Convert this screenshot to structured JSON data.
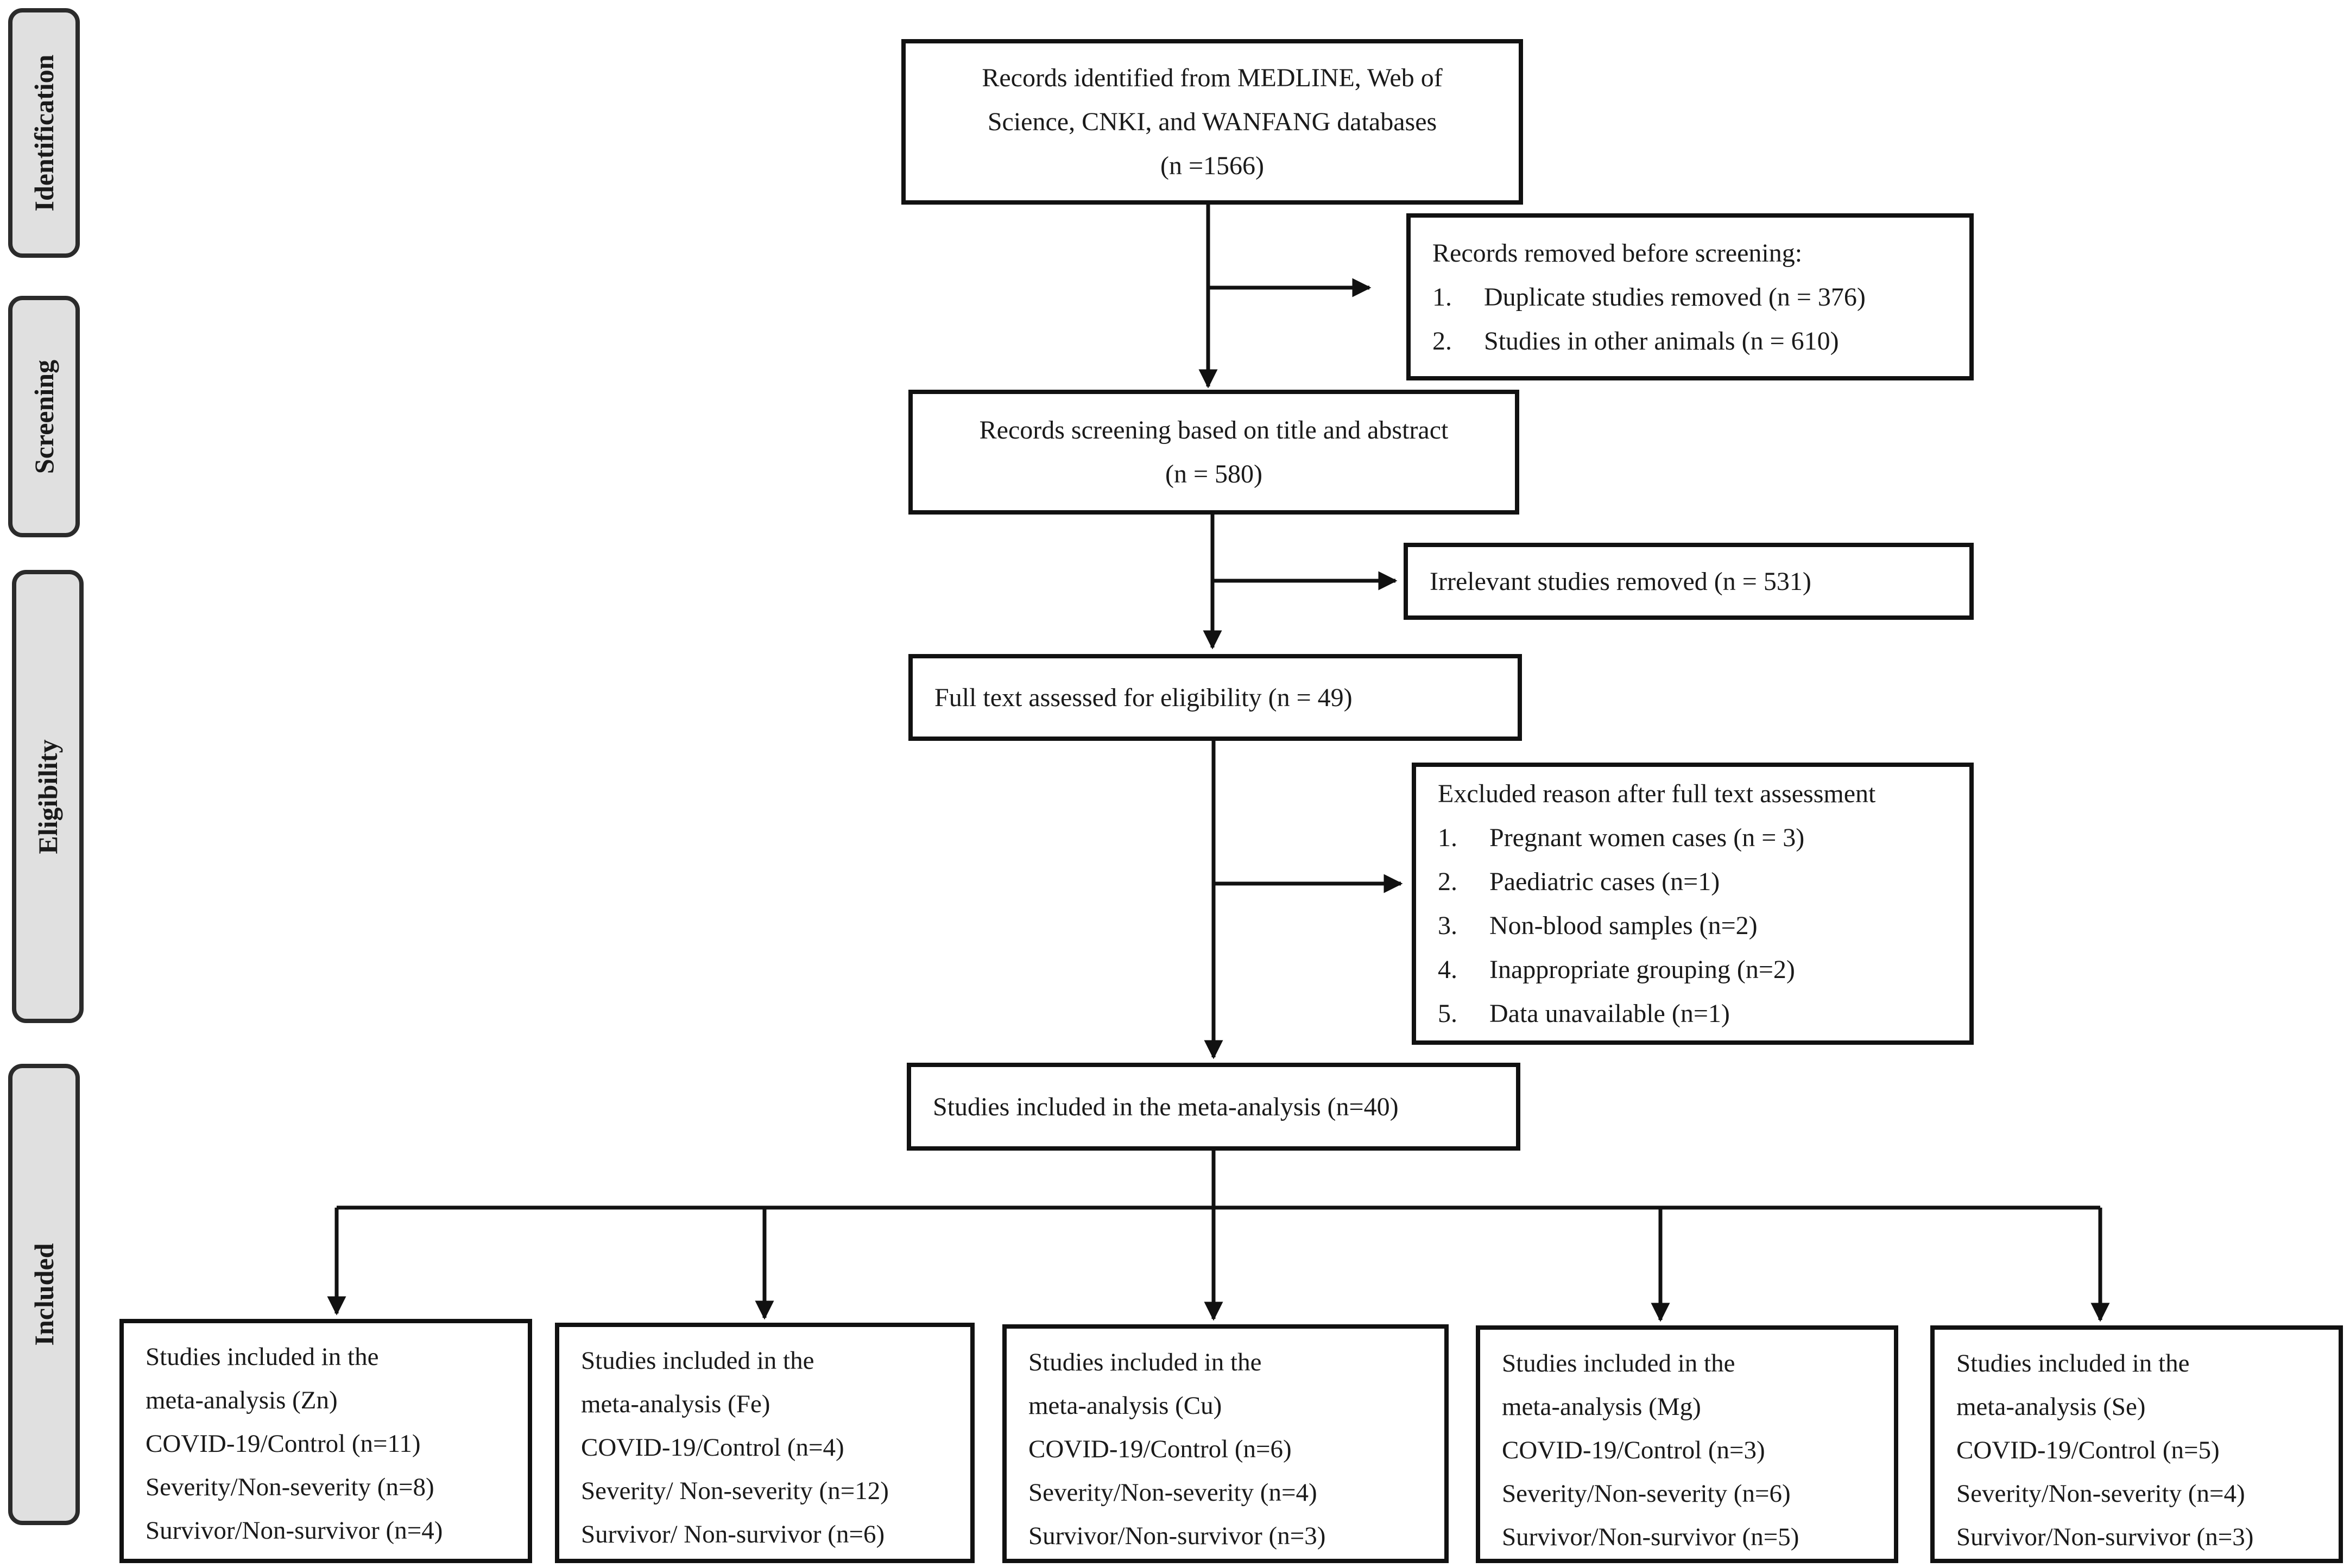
{
  "stages": {
    "identification": "Identification",
    "screening": "Screening",
    "eligibility": "Eligibility",
    "included": "Included"
  },
  "records_identified": {
    "line1": "Records identified from MEDLINE, Web of",
    "line2": "Science, CNKI, and WANFANG databases",
    "count": "(n =1566)"
  },
  "removed_before_screening": {
    "title": "Records removed before screening:",
    "items": [
      {
        "num": "1.",
        "text": "Duplicate studies removed (n = 376)"
      },
      {
        "num": "2.",
        "text": "Studies in other animals (n = 610)"
      }
    ]
  },
  "records_screening": {
    "line1": "Records screening based on title and abstract",
    "count": "(n = 580)"
  },
  "irrelevant_removed": "Irrelevant studies removed (n = 531)",
  "full_text": "Full text assessed for eligibility (n = 49)",
  "excluded": {
    "title": "Excluded reason after full text assessment",
    "items": [
      {
        "num": "1.",
        "text": "Pregnant women cases (n = 3)"
      },
      {
        "num": "2.",
        "text": "Paediatric cases (n=1)"
      },
      {
        "num": "3.",
        "text": "Non-blood samples (n=2)"
      },
      {
        "num": "4.",
        "text": "Inappropriate grouping (n=2)"
      },
      {
        "num": "5.",
        "text": "Data unavailable (n=1)"
      }
    ]
  },
  "included_total": "Studies included in the meta-analysis (n=40)",
  "element_boxes": [
    {
      "line1": "Studies included in the",
      "line2": "meta-analysis (Zn)",
      "line3": "COVID-19/Control (n=11)",
      "line4": "Severity/Non-severity (n=8)",
      "line5": "Survivor/Non-survivor (n=4)"
    },
    {
      "line1": "Studies included in the",
      "line2": "meta-analysis (Fe)",
      "line3": "COVID-19/Control (n=4)",
      "line4": "Severity/ Non-severity (n=12)",
      "line5": "Survivor/ Non-survivor (n=6)"
    },
    {
      "line1": "Studies included in the",
      "line2": "meta-analysis (Cu)",
      "line3": "COVID-19/Control (n=6)",
      "line4": "Severity/Non-severity (n=4)",
      "line5": "Survivor/Non-survivor (n=3)"
    },
    {
      "line1": "Studies included in the",
      "line2": "meta-analysis (Mg)",
      "line3": "COVID-19/Control (n=3)",
      "line4": "Severity/Non-severity (n=6)",
      "line5": "Survivor/Non-survivor (n=5)"
    },
    {
      "line1": "Studies included in the",
      "line2": "meta-analysis (Se)",
      "line3": "COVID-19/Control (n=5)",
      "line4": "Severity/Non-severity (n=4)",
      "line5": "Survivor/Non-survivor (n=3)"
    }
  ]
}
